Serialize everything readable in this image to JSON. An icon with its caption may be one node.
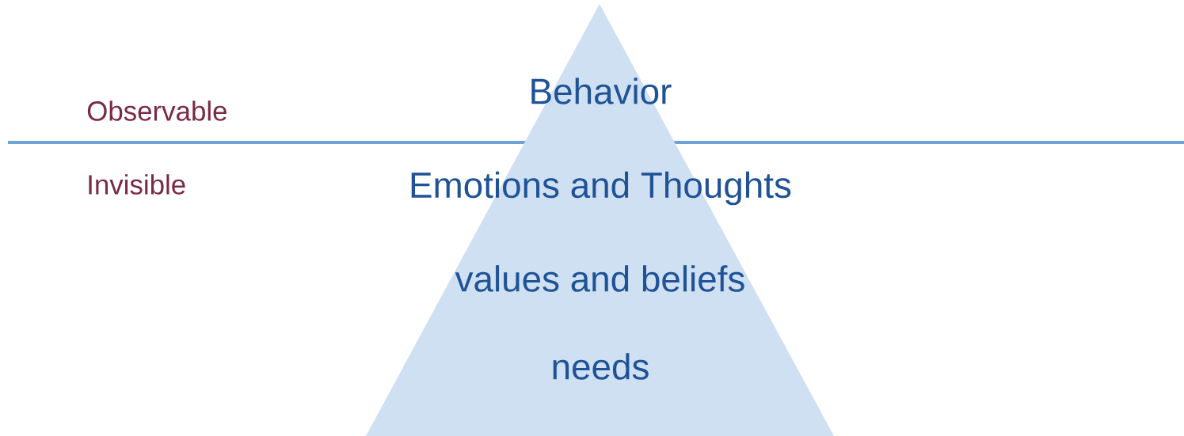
{
  "diagram": {
    "nodes": [
      {
        "text": [
          "Behavior",
          "Emotions and Thoughts",
          "values and beliefs",
          "needs"
        ]
      }
    ],
    "labels": [
      "Observable",
      "Invisible"
    ]
  }
}
